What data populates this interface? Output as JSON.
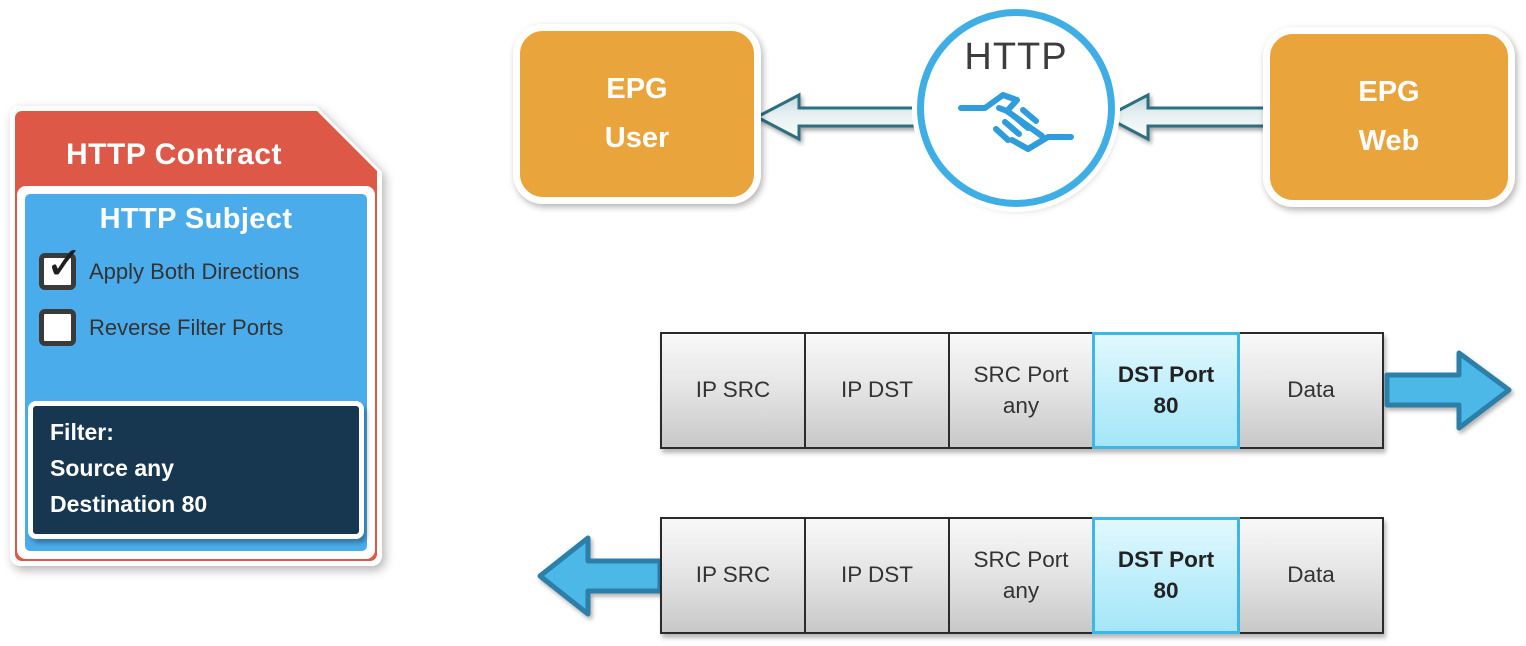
{
  "contract_card": {
    "title": "HTTP Contract",
    "subject": {
      "title": "HTTP Subject",
      "checkboxes": [
        {
          "label": "Apply Both Directions",
          "checked": true,
          "glyph": "✓"
        },
        {
          "label": "Reverse Filter Ports",
          "checked": false,
          "glyph": ""
        }
      ]
    },
    "filter": {
      "lines": [
        "Filter:",
        "Source any",
        "Destination 80"
      ]
    }
  },
  "topology": {
    "epg_user": {
      "line1": "EPG",
      "line2": "User"
    },
    "contract_node": {
      "label": "HTTP",
      "icon": "handshake-icon"
    },
    "epg_web": {
      "line1": "EPG",
      "line2": "Web"
    }
  },
  "packets": [
    {
      "direction": "right",
      "cells": [
        {
          "line1": "IP SRC",
          "line2": "",
          "highlight": false
        },
        {
          "line1": "IP DST",
          "line2": "",
          "highlight": false
        },
        {
          "line1": "SRC Port",
          "line2": "any",
          "highlight": false
        },
        {
          "line1": "DST Port",
          "line2": "80",
          "highlight": true
        },
        {
          "line1": "Data",
          "line2": "",
          "highlight": false
        }
      ]
    },
    {
      "direction": "left",
      "cells": [
        {
          "line1": "IP SRC",
          "line2": "",
          "highlight": false
        },
        {
          "line1": "IP DST",
          "line2": "",
          "highlight": false
        },
        {
          "line1": "SRC Port",
          "line2": "any",
          "highlight": false
        },
        {
          "line1": "DST Port",
          "line2": "80",
          "highlight": true
        },
        {
          "line1": "Data",
          "line2": "",
          "highlight": false
        }
      ]
    }
  ],
  "icons": {
    "handshake": "🤝",
    "checkmark": "✓"
  },
  "colors": {
    "contract_red": "#DD5847",
    "subject_blue": "#4BACEC",
    "filter_navy": "#16374F",
    "epg_orange": "#E9A43C",
    "circle_border_blue": "#3FAEE5",
    "handshake_blue": "#2F9CDC",
    "highlight_cyan": "#A4E6F8",
    "highlight_border": "#3FB6E8",
    "packet_arrow_fill": "#4CB8E8",
    "packet_arrow_stroke": "#2C7FA9",
    "contract_arrow_stroke": "#2D6F80"
  }
}
